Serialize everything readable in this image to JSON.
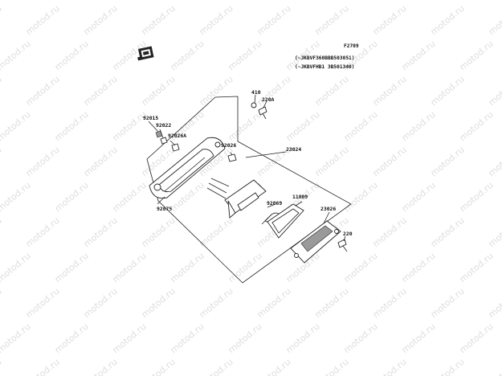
{
  "watermark": "motod.ru",
  "figure_code": "F2709",
  "notes": [
    "(~JKBVF360BBB503051)",
    "(~JKBVFHB1 3B501340)"
  ],
  "parts": {
    "p92015": "92015",
    "p92022": "92022",
    "p92026A": "92026A",
    "p92026": "92026",
    "p92075": "92075",
    "p410": "410",
    "p220A": "220A",
    "p23024": "23024",
    "p92069": "92069",
    "p11009": "11009",
    "p23026": "23026",
    "p220": "220"
  }
}
